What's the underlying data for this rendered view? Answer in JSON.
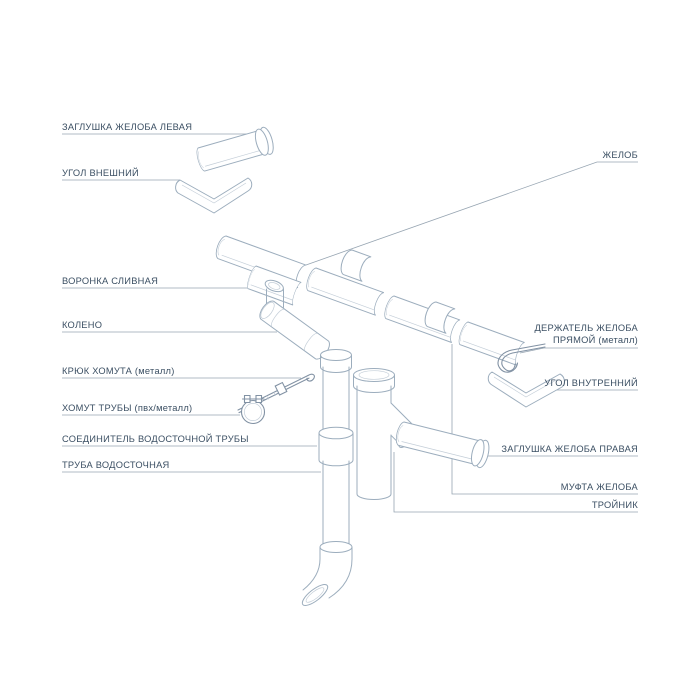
{
  "labels": {
    "left": [
      {
        "text": "ЗАГЛУШКА ЖЕЛОБА ЛЕВАЯ"
      },
      {
        "text": "УГОЛ ВНЕШНИЙ"
      },
      {
        "text": "ВОРОНКА СЛИВНАЯ"
      },
      {
        "text": "КОЛЕНО"
      },
      {
        "text": "КРЮК ХОМУТА (металл)"
      },
      {
        "text": "ХОМУТ ТРУБЫ (пвх/металл)"
      },
      {
        "text": "СОЕДИНИТЕЛЬ ВОДОСТОЧНОЙ ТРУБЫ"
      },
      {
        "text": "ТРУБА ВОДОСТОЧНАЯ"
      }
    ],
    "right": [
      {
        "text": "ЖЕЛОБ"
      },
      {
        "text_line1": "ДЕРЖАТЕЛЬ ЖЕЛОБА",
        "text_line2": "ПРЯМОЙ (металл)"
      },
      {
        "text": "УГОЛ ВНУТРЕННИЙ"
      },
      {
        "text": "ЗАГЛУШКА ЖЕЛОБА ПРАВАЯ"
      },
      {
        "text": "МУФТА ЖЕЛОБА"
      },
      {
        "text": "ТРОЙНИК"
      }
    ]
  },
  "colors": {
    "background": "#ffffff",
    "label_text": "#3b4f63",
    "leader_line": "#97a5b2",
    "part_line": "#9cadbd",
    "metal_part_line": "#8292a4"
  }
}
